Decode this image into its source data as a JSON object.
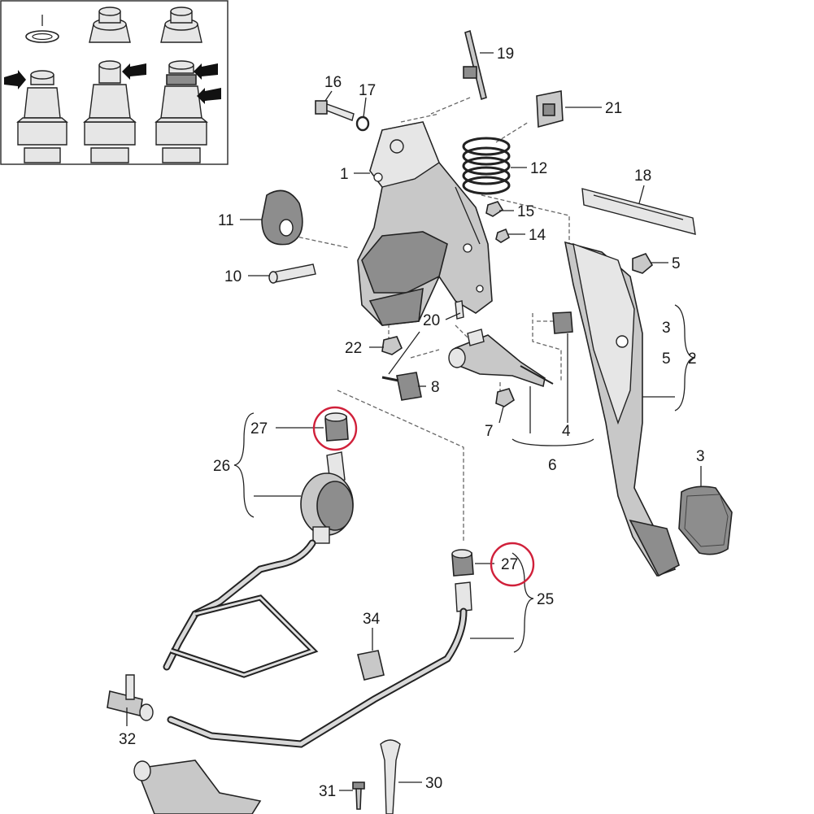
{
  "diagram": {
    "title": "Clutch pedal assembly exploded view",
    "highlight_color": "#d0203a",
    "callouts": {
      "c1": "1",
      "c2": "2",
      "c3a": "3",
      "c3b": "3",
      "c4": "4",
      "c5a": "5",
      "c5b": "5",
      "c6": "6",
      "c7": "7",
      "c8": "8",
      "c10": "10",
      "c11": "11",
      "c12": "12",
      "c14": "14",
      "c15": "15",
      "c16": "16",
      "c17": "17",
      "c18": "18",
      "c19": "19",
      "c20": "20",
      "c21": "21",
      "c22": "22",
      "c25": "25",
      "c26": "26",
      "c27a": "27",
      "c27b": "27",
      "c30": "30",
      "c31": "31",
      "c32": "32",
      "c34": "34"
    }
  }
}
